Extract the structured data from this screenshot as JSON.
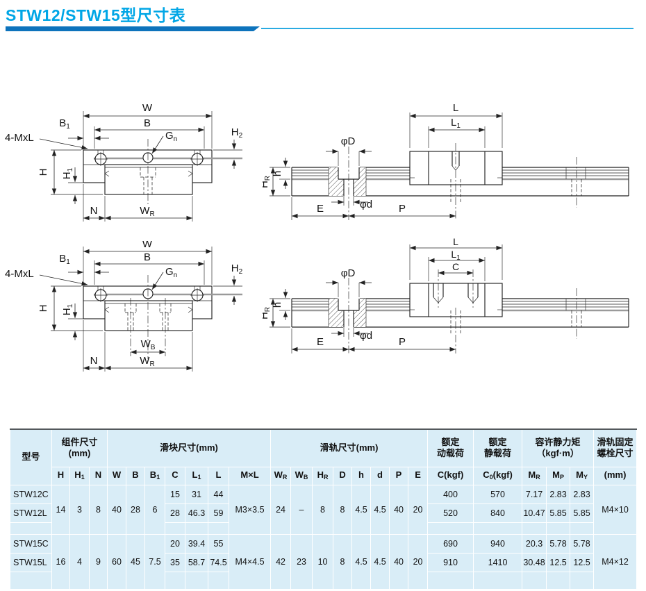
{
  "page": {
    "title": "STW12/STW15型尺寸表"
  },
  "colors": {
    "title": "#00a6e6",
    "bar_dark": "#0d73bc",
    "bar_thin": "#2aabe2",
    "table_bg": "#d9edf7",
    "grid": "#ffffff"
  },
  "diagram": {
    "labels": {
      "W": "W",
      "B": "B",
      "B1b": "B",
      "B1s": "1",
      "fourMxL": "4-MxL",
      "Gnb": "G",
      "Gns": "n",
      "H2b": "H",
      "H2s": "2",
      "H": "H",
      "H1b": "H",
      "H1s": "1",
      "N": "N",
      "WRb": "W",
      "WRs": "R",
      "WBb": "W",
      "WBs": "B",
      "L": "L",
      "L1b": "L",
      "L1s": "1",
      "C": "C",
      "phiD": "φD",
      "phid": "φd",
      "E": "E",
      "P": "P",
      "h": "h",
      "HRb": "H",
      "HRs": "R"
    }
  },
  "table": {
    "model_header": "型号",
    "groups": {
      "assembly_l1": "组件尺寸",
      "assembly_l2": "(mm)",
      "block": "滑块尺寸(mm)",
      "rail": "滑轨尺寸(mm)",
      "dyn_l1": "额定",
      "dyn_l2": "动载荷",
      "stat_l1": "额定",
      "stat_l2": "静载荷",
      "mom_l1": "容许静力矩",
      "mom_l2": "（kgf·m）",
      "bolt_l1": "滑轨固定",
      "bolt_l2": "螺栓尺寸"
    },
    "cols": [
      {
        "pre": "H",
        "sub": "",
        "post": ""
      },
      {
        "pre": "H",
        "sub": "1",
        "post": ""
      },
      {
        "pre": "N",
        "sub": "",
        "post": ""
      },
      {
        "pre": "W",
        "sub": "",
        "post": ""
      },
      {
        "pre": "B",
        "sub": "",
        "post": ""
      },
      {
        "pre": "B",
        "sub": "1",
        "post": ""
      },
      {
        "pre": "C",
        "sub": "",
        "post": ""
      },
      {
        "pre": "L",
        "sub": "1",
        "post": ""
      },
      {
        "pre": "L",
        "sub": "",
        "post": ""
      },
      {
        "pre": "M×L",
        "sub": "",
        "post": ""
      },
      {
        "pre": "W",
        "sub": "R",
        "post": ""
      },
      {
        "pre": "W",
        "sub": "B",
        "post": ""
      },
      {
        "pre": "H",
        "sub": "R",
        "post": ""
      },
      {
        "pre": "D",
        "sub": "",
        "post": ""
      },
      {
        "pre": "h",
        "sub": "",
        "post": ""
      },
      {
        "pre": "d",
        "sub": "",
        "post": ""
      },
      {
        "pre": "P",
        "sub": "",
        "post": ""
      },
      {
        "pre": "E",
        "sub": "",
        "post": ""
      },
      {
        "pre": "C(kgf)",
        "sub": "",
        "post": ""
      },
      {
        "pre": "C",
        "sub": "0",
        "post": "(kgf)"
      },
      {
        "pre": "M",
        "sub": "R",
        "post": ""
      },
      {
        "pre": "M",
        "sub": "P",
        "post": ""
      },
      {
        "pre": "M",
        "sub": "Y",
        "post": ""
      },
      {
        "pre": "(mm)",
        "sub": "",
        "post": ""
      }
    ],
    "rows": {
      "stw12c": {
        "model": "STW12C",
        "C": "15",
        "L1": "31",
        "L": "44",
        "Ckgf": "400",
        "C0": "570",
        "MR": "7.17",
        "MP": "2.83",
        "MY": "2.83"
      },
      "stw12l": {
        "model": "STW12L",
        "H": "14",
        "H1": "3",
        "N": "8",
        "W": "40",
        "B": "28",
        "B1": "6",
        "C": "28",
        "L1": "46.3",
        "L": "59",
        "MxL": "M3×3.5",
        "WR": "24",
        "WB": "–",
        "HR": "8",
        "D": "8",
        "h": "4.5",
        "d": "4.5",
        "P": "40",
        "E": "20",
        "Ckgf": "520",
        "C0": "840",
        "MR": "10.47",
        "MP": "5.85",
        "MY": "5.85",
        "bolt": "M4×10"
      },
      "stw15c": {
        "model": "STW15C",
        "C": "20",
        "L1": "39.4",
        "L": "55",
        "Ckgf": "690",
        "C0": "940",
        "MR": "20.3",
        "MP": "5.78",
        "MY": "5.78"
      },
      "stw15l": {
        "model": "STW15L",
        "H": "16",
        "H1": "4",
        "N": "9",
        "W": "60",
        "B": "45",
        "B1": "7.5",
        "C": "35",
        "L1": "58.7",
        "L": "74.5",
        "MxL": "M4×4.5",
        "WR": "42",
        "WB": "23",
        "HR": "10",
        "D": "8",
        "h": "4.5",
        "d": "4.5",
        "P": "40",
        "E": "20",
        "Ckgf": "910",
        "C0": "1410",
        "MR": "30.48",
        "MP": "12.5",
        "MY": "12.5",
        "bolt": "M4×12"
      }
    }
  }
}
